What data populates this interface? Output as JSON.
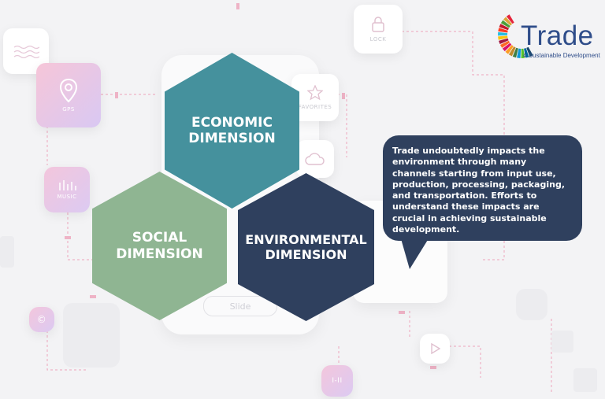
{
  "background": {
    "tiles": {
      "gps": "GPS",
      "music": "MUSIC",
      "lock": "LOCK",
      "favorites": "FAVORITES",
      "slide": "Slide",
      "copyright": "©",
      "pause": "I-II"
    }
  },
  "logo": {
    "word": "Trade",
    "subtitle": "4 Sustainable Development",
    "colors": [
      "#e5243b",
      "#dda63a",
      "#4c9f38",
      "#c5192d",
      "#ff3a21",
      "#26bde2",
      "#fcc30b",
      "#a21942",
      "#fd6925",
      "#dd1367",
      "#fd9d24",
      "#bf8b2e",
      "#3f7e44",
      "#0a97d9",
      "#56c02b",
      "#00689d",
      "#19486a"
    ]
  },
  "hexagons": {
    "economic": {
      "line1": "ECONOMIC",
      "line2": "DIMENSION",
      "color": "#45919d"
    },
    "social": {
      "line1": "SOCIAL",
      "line2": "DIMENSION",
      "color": "#8fb592"
    },
    "environmental": {
      "line1": "ENVIRONMENTAL",
      "line2": "DIMENSION",
      "color": "#2f405e"
    }
  },
  "callout": {
    "text": "Trade undoubtedly impacts the environment through many channels starting from input use, production, processing, packaging, and transportation. Efforts to understand these impacts are crucial in achieving sustainable development.",
    "color": "#2f405e"
  }
}
